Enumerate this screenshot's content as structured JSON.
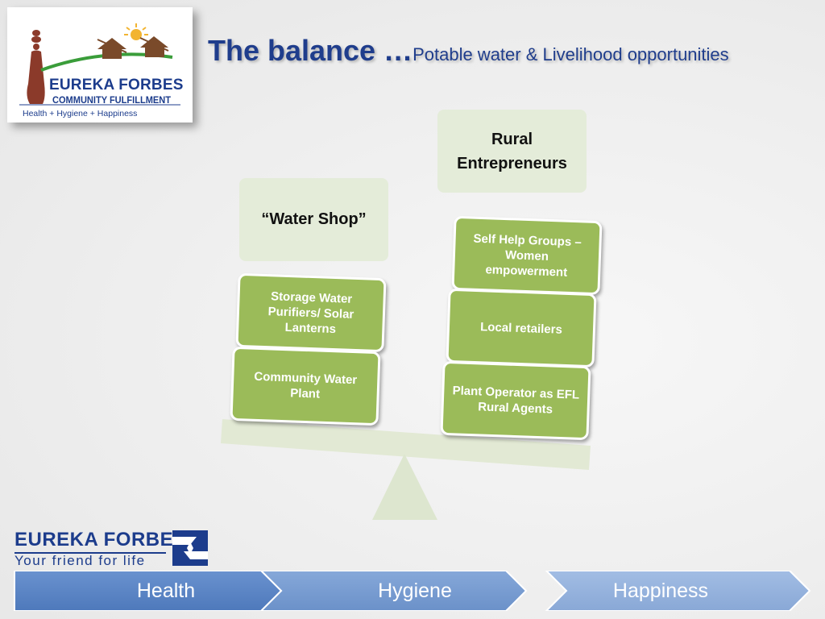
{
  "logo": {
    "line1": "EUREKA FORBES",
    "line2": "COMMUNITY FULFILLMENT",
    "line3": "Health + Hygiene + Happiness"
  },
  "title": {
    "main": "The balance …",
    "sub": "Potable water & Livelihood opportunities"
  },
  "left_column": {
    "header": "“Water Shop”",
    "items": [
      "Storage Water Purifiers/ Solar Lanterns",
      "Community Water Plant"
    ]
  },
  "right_column": {
    "header_line1": "Rural",
    "header_line2": "Entrepreneurs",
    "items": [
      "Self Help Groups – Women empowerment",
      "Local retailers",
      "Plant Operator as EFL Rural Agents"
    ]
  },
  "footer": {
    "brand": "EUREKA FORBES",
    "tagline": "Your friend for life",
    "nav": [
      "Health",
      "Hygiene",
      "Happiness"
    ]
  },
  "colors": {
    "title_blue": "#1f3d8c",
    "box_green": "#9bbb59",
    "card_light_green": "#e4ecd9",
    "nav_blue": "#5b85c4"
  },
  "icons": [
    "person-icon",
    "hut-icon",
    "sun-icon",
    "eureka-forbes-emblem-icon",
    "chevron-right-icon"
  ]
}
